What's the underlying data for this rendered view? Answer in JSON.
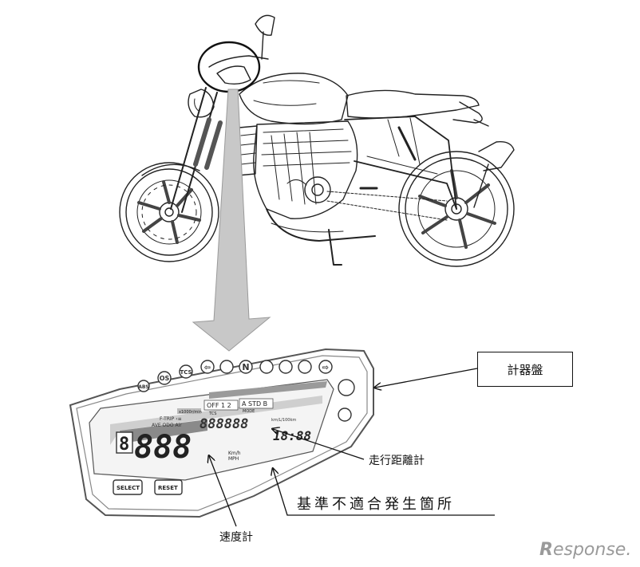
{
  "labels": {
    "meter": "計器盤",
    "odometer": "走行距離計",
    "speedometer": "速度計",
    "noncompliance": "基準不適合発生箇所"
  },
  "meter_display": {
    "indicators": [
      "ABS",
      "OS",
      "TCS"
    ],
    "trip_text": "F-TRIP  ‹≡",
    "odo_label": "AVE ODO  Air",
    "odo_digits": "888888",
    "unit_fuel": "km/L/100km",
    "mode_off": "OFF 1 2",
    "mode_std": "A STD B",
    "tcs": "TCS",
    "mode": "MODE",
    "rpm_label": "x1000r/min",
    "gear": "8",
    "speed_digits": "888",
    "clock": "18:88",
    "speed_unit_1": "Km/h",
    "speed_unit_2": "MPH",
    "button_select": "SELECT",
    "button_reset": "RESET"
  },
  "watermark": {
    "r": "R",
    "text": "esponse."
  }
}
